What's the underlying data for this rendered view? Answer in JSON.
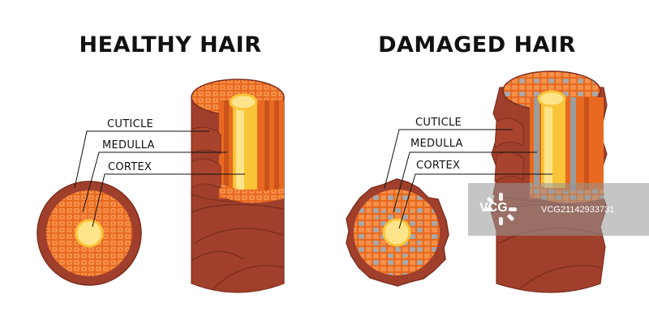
{
  "titles": {
    "healthy": "HEALTHY HAIR",
    "damaged": "DAMAGED HAIR"
  },
  "labels": {
    "healthy": {
      "cuticle": "CUTICLE",
      "medulla": "MEDULLA",
      "cortex": "CORTEX"
    },
    "damaged": {
      "cuticle": "CUTICLE",
      "medulla": "MEDULLA",
      "cortex": "CORTEX"
    }
  },
  "watermark": {
    "brand": "VCG",
    "id": "VCG21142933731"
  },
  "colors": {
    "cuticle": "#a0402c",
    "cuticle_dark": "#7e2e1e",
    "cortex": "#e86a20",
    "cortex_dark": "#c9531a",
    "cortex_cell": "#f59a55",
    "medulla": "#f9c438",
    "medulla_light": "#fde48a",
    "damage_gray": "#9c9c9c"
  }
}
